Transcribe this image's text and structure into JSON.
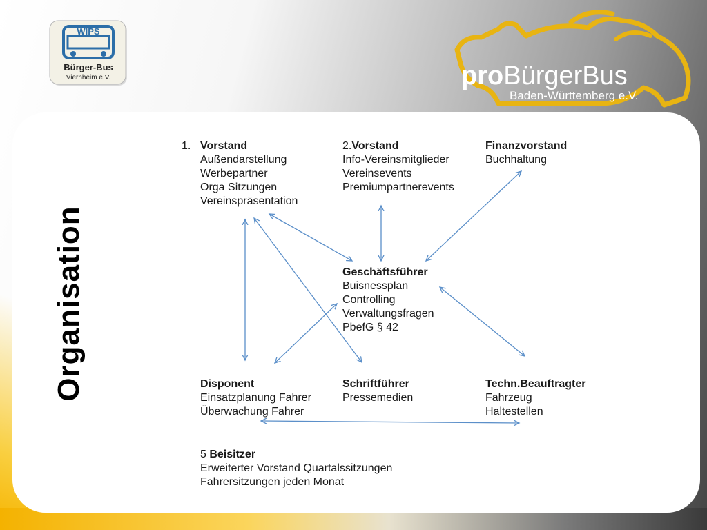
{
  "slide": {
    "title": "Organisation"
  },
  "logos": {
    "wips": {
      "name": "WIPS",
      "line1": "Bürger-Bus",
      "line2": "Viernheim e.V."
    },
    "probuergerbus": {
      "prefix": "pro",
      "brand": "BürgerBus",
      "sub": "Baden-Württemberg e.V."
    }
  },
  "nodes": {
    "vorstand1": {
      "num": "1.",
      "title": "Vorstand",
      "items": [
        "Außendarstellung",
        "Werbepartner",
        "Orga Sitzungen",
        "Vereinspräsentation"
      ]
    },
    "vorstand2": {
      "num": "2.",
      "title": "Vorstand",
      "items": [
        "Info-Vereinsmitglieder",
        "Vereinsevents",
        "Premiumpartnerevents"
      ]
    },
    "finanz": {
      "title": "Finanzvorstand",
      "items": [
        "Buchhaltung"
      ]
    },
    "gf": {
      "title": "Geschäftsführer",
      "items": [
        "Buisnessplan",
        "Controlling",
        "Verwaltungsfragen",
        "PbefG § 42"
      ]
    },
    "disponent": {
      "title": "Disponent",
      "items": [
        "Einsatzplanung Fahrer",
        "Überwachung Fahrer"
      ]
    },
    "schrift": {
      "title": "Schriftführer",
      "items": [
        "Pressemedien"
      ]
    },
    "techn": {
      "title": "Techn.Beauftragter",
      "items": [
        "Fahrzeug",
        "Haltestellen"
      ]
    },
    "beisitzer": {
      "num": "5",
      "title": "Beisitzer",
      "items": [
        "Erweiterter Vorstand Quartalssitzungen",
        "Fahrersitzungen jeden Monat"
      ]
    }
  },
  "connections": [
    [
      "vorstand1",
      "gf"
    ],
    [
      "vorstand1",
      "disponent"
    ],
    [
      "vorstand1",
      "schrift"
    ],
    [
      "vorstand2",
      "gf"
    ],
    [
      "finanz",
      "gf"
    ],
    [
      "gf",
      "disponent"
    ],
    [
      "gf",
      "techn"
    ],
    [
      "disponent",
      "techn"
    ]
  ],
  "colors": {
    "arrow": "#5b8fc9",
    "accent_yellow": "#f4b200",
    "logo_gold": "#e8b412"
  }
}
